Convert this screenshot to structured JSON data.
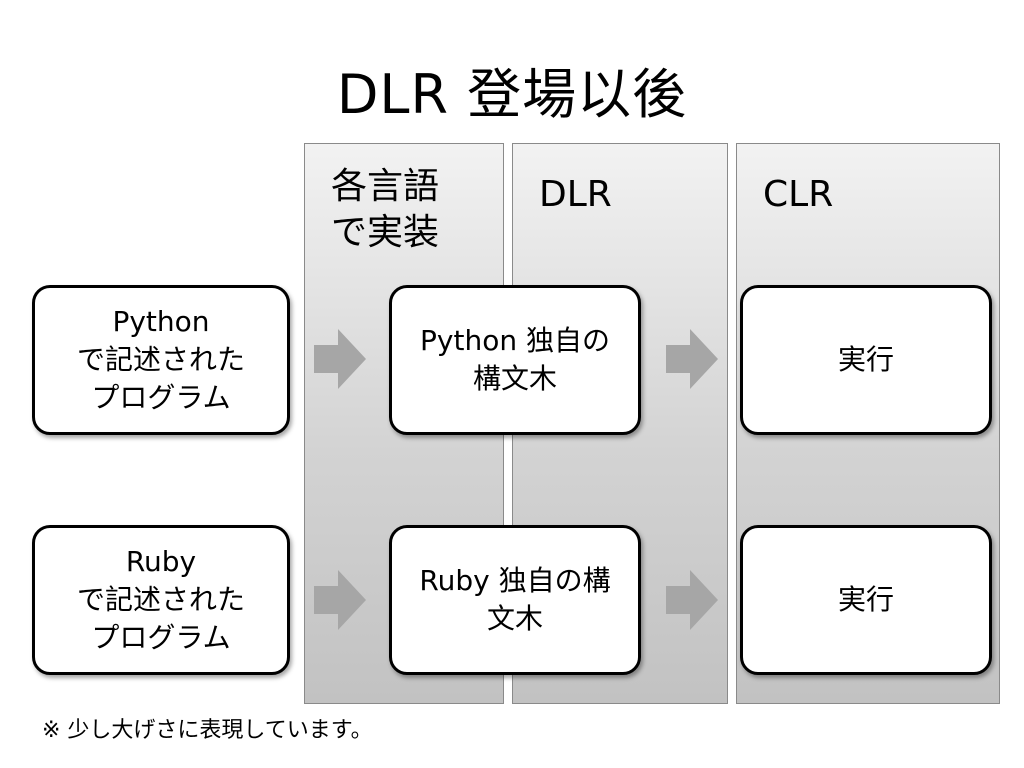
{
  "title": "DLR 登場以後",
  "columns": [
    {
      "label": "各言語\nで実装"
    },
    {
      "label": "DLR"
    },
    {
      "label": "CLR"
    }
  ],
  "rows": [
    {
      "source": "Python\nで記述された\nプログラム",
      "ast": "Python 独自の\n構文木",
      "result": "実行"
    },
    {
      "source": "Ruby\nで記述された\nプログラム",
      "ast": "Ruby 独自の構\n文木",
      "result": "実行"
    }
  ],
  "note": "※ 少し大げさに表現しています。",
  "colors": {
    "arrow": "#a6a6a6",
    "box_border": "#000000",
    "column_border": "#8a8a8a"
  }
}
